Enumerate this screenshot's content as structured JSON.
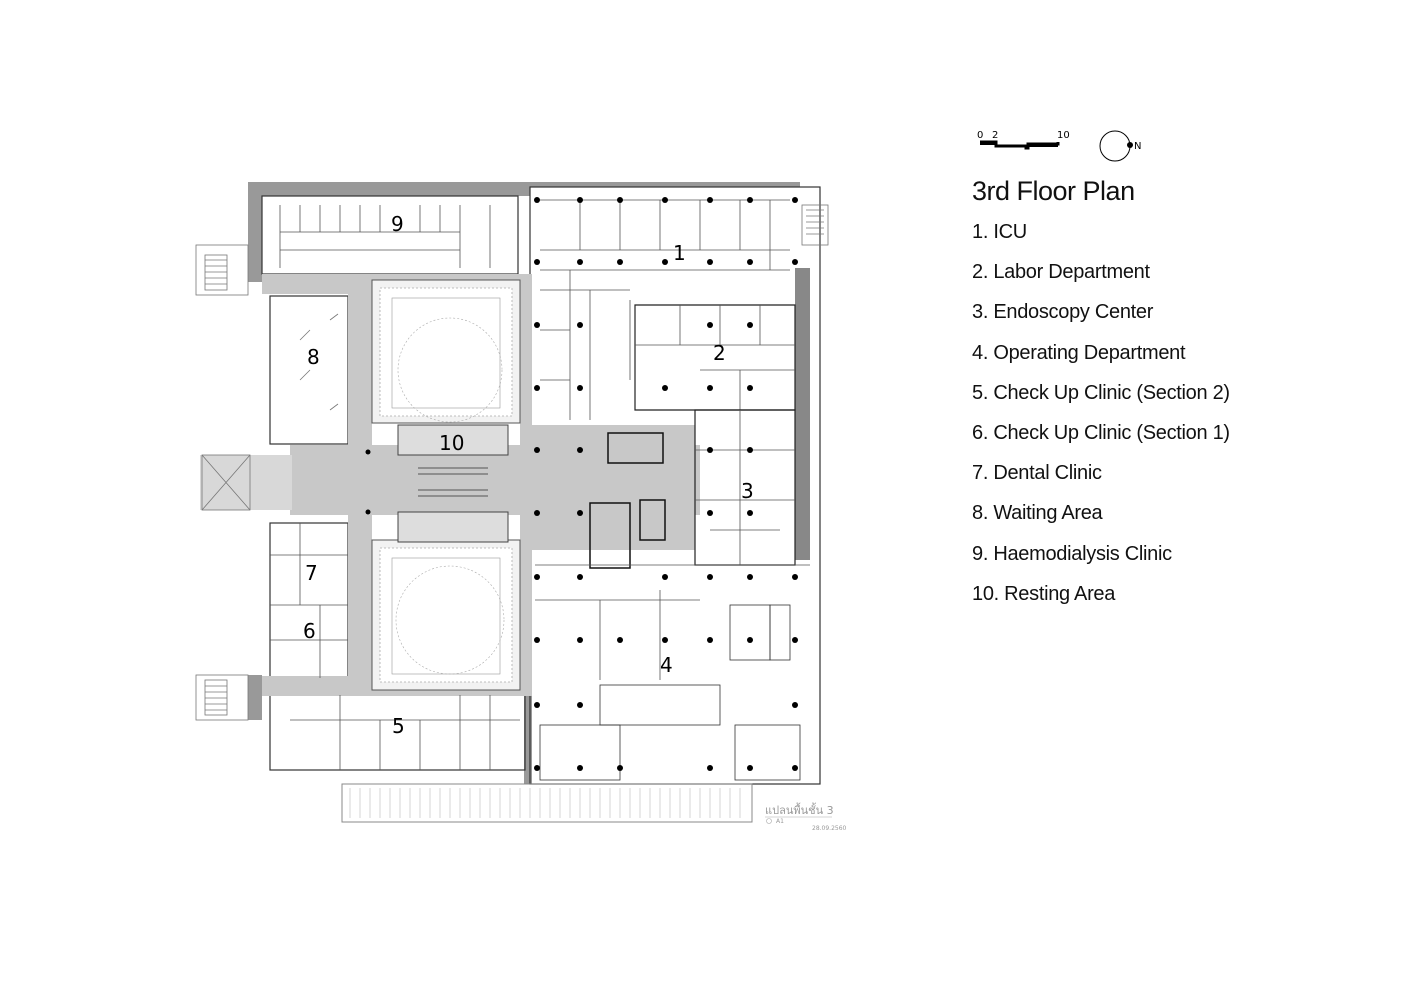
{
  "title": "3rd Floor Plan",
  "legend": [
    "1. ICU",
    "2. Labor Department",
    "3. Endoscopy Center",
    "4. Operating Department",
    "5. Check Up Clinic (Section 2)",
    "6. Check Up Clinic (Section 1)",
    "7. Dental Clinic",
    "8. Waiting Area",
    "9. Haemodialysis Clinic",
    "10. Resting Area"
  ],
  "scale_bar": {
    "labels": [
      "0",
      "2",
      "10"
    ]
  },
  "north_label": "N",
  "area_numbers": [
    "1",
    "2",
    "3",
    "4",
    "5",
    "6",
    "7",
    "8",
    "9",
    "10"
  ],
  "drawing_caption": "แปลนพื้นชั้น 3",
  "drawing_ref": "A1",
  "drawing_date": "28.09.2560",
  "colors": {
    "wall": "#999999",
    "corridor": "#c8c8c8",
    "line": "#333333"
  }
}
